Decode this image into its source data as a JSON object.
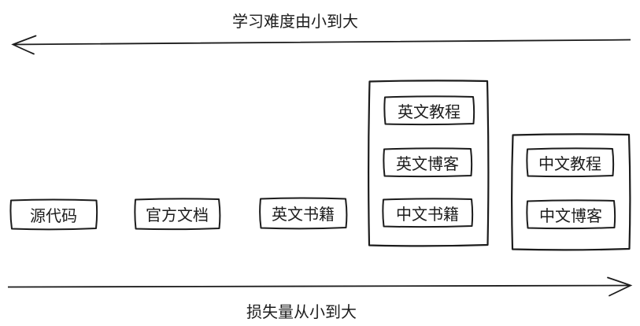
{
  "top_axis": {
    "label": "学习难度由小到大",
    "direction": "left"
  },
  "bottom_axis": {
    "label": "损失量从小到大",
    "direction": "right"
  },
  "nodes": [
    {
      "id": "source-code",
      "label": "源代码"
    },
    {
      "id": "official-docs",
      "label": "官方文档"
    },
    {
      "id": "english-books",
      "label": "英文书籍"
    }
  ],
  "groups": [
    {
      "id": "group-english-and-chinese-books",
      "nodes": [
        {
          "label": "英文教程"
        },
        {
          "label": "英文博客"
        },
        {
          "label": "中文书籍"
        }
      ]
    },
    {
      "id": "group-chinese-tutorials-blogs",
      "nodes": [
        {
          "label": "中文教程"
        },
        {
          "label": "中文博客"
        }
      ]
    }
  ],
  "colors": {
    "ink": "#1c1c1c",
    "background": "#ffffff"
  }
}
